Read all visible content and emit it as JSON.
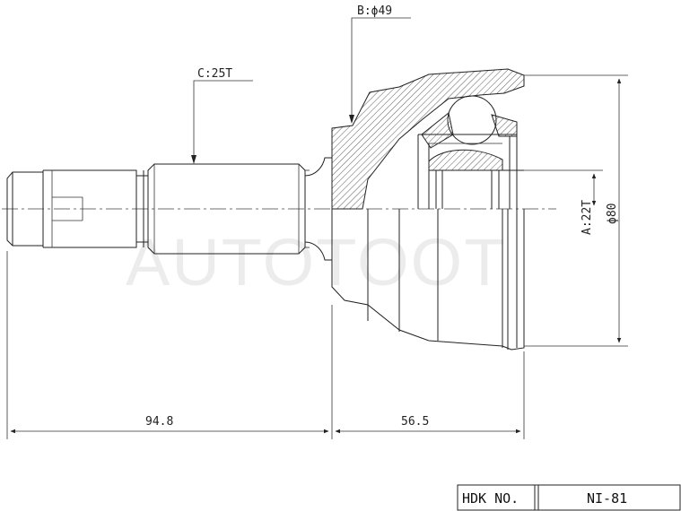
{
  "labels": {
    "spline_outer": "B:ϕ49",
    "spline_shaft": "C:25T",
    "spline_inner": "A:22T",
    "diameter": "ϕ80"
  },
  "dimensions": {
    "shaft_length": "94.8",
    "bell_length": "56.5"
  },
  "watermark": "AUTOTOOT",
  "title_block": {
    "header": "HDK NO.",
    "part_number": "NI-81"
  },
  "colors": {
    "line": "#222222",
    "background": "#ffffff"
  }
}
